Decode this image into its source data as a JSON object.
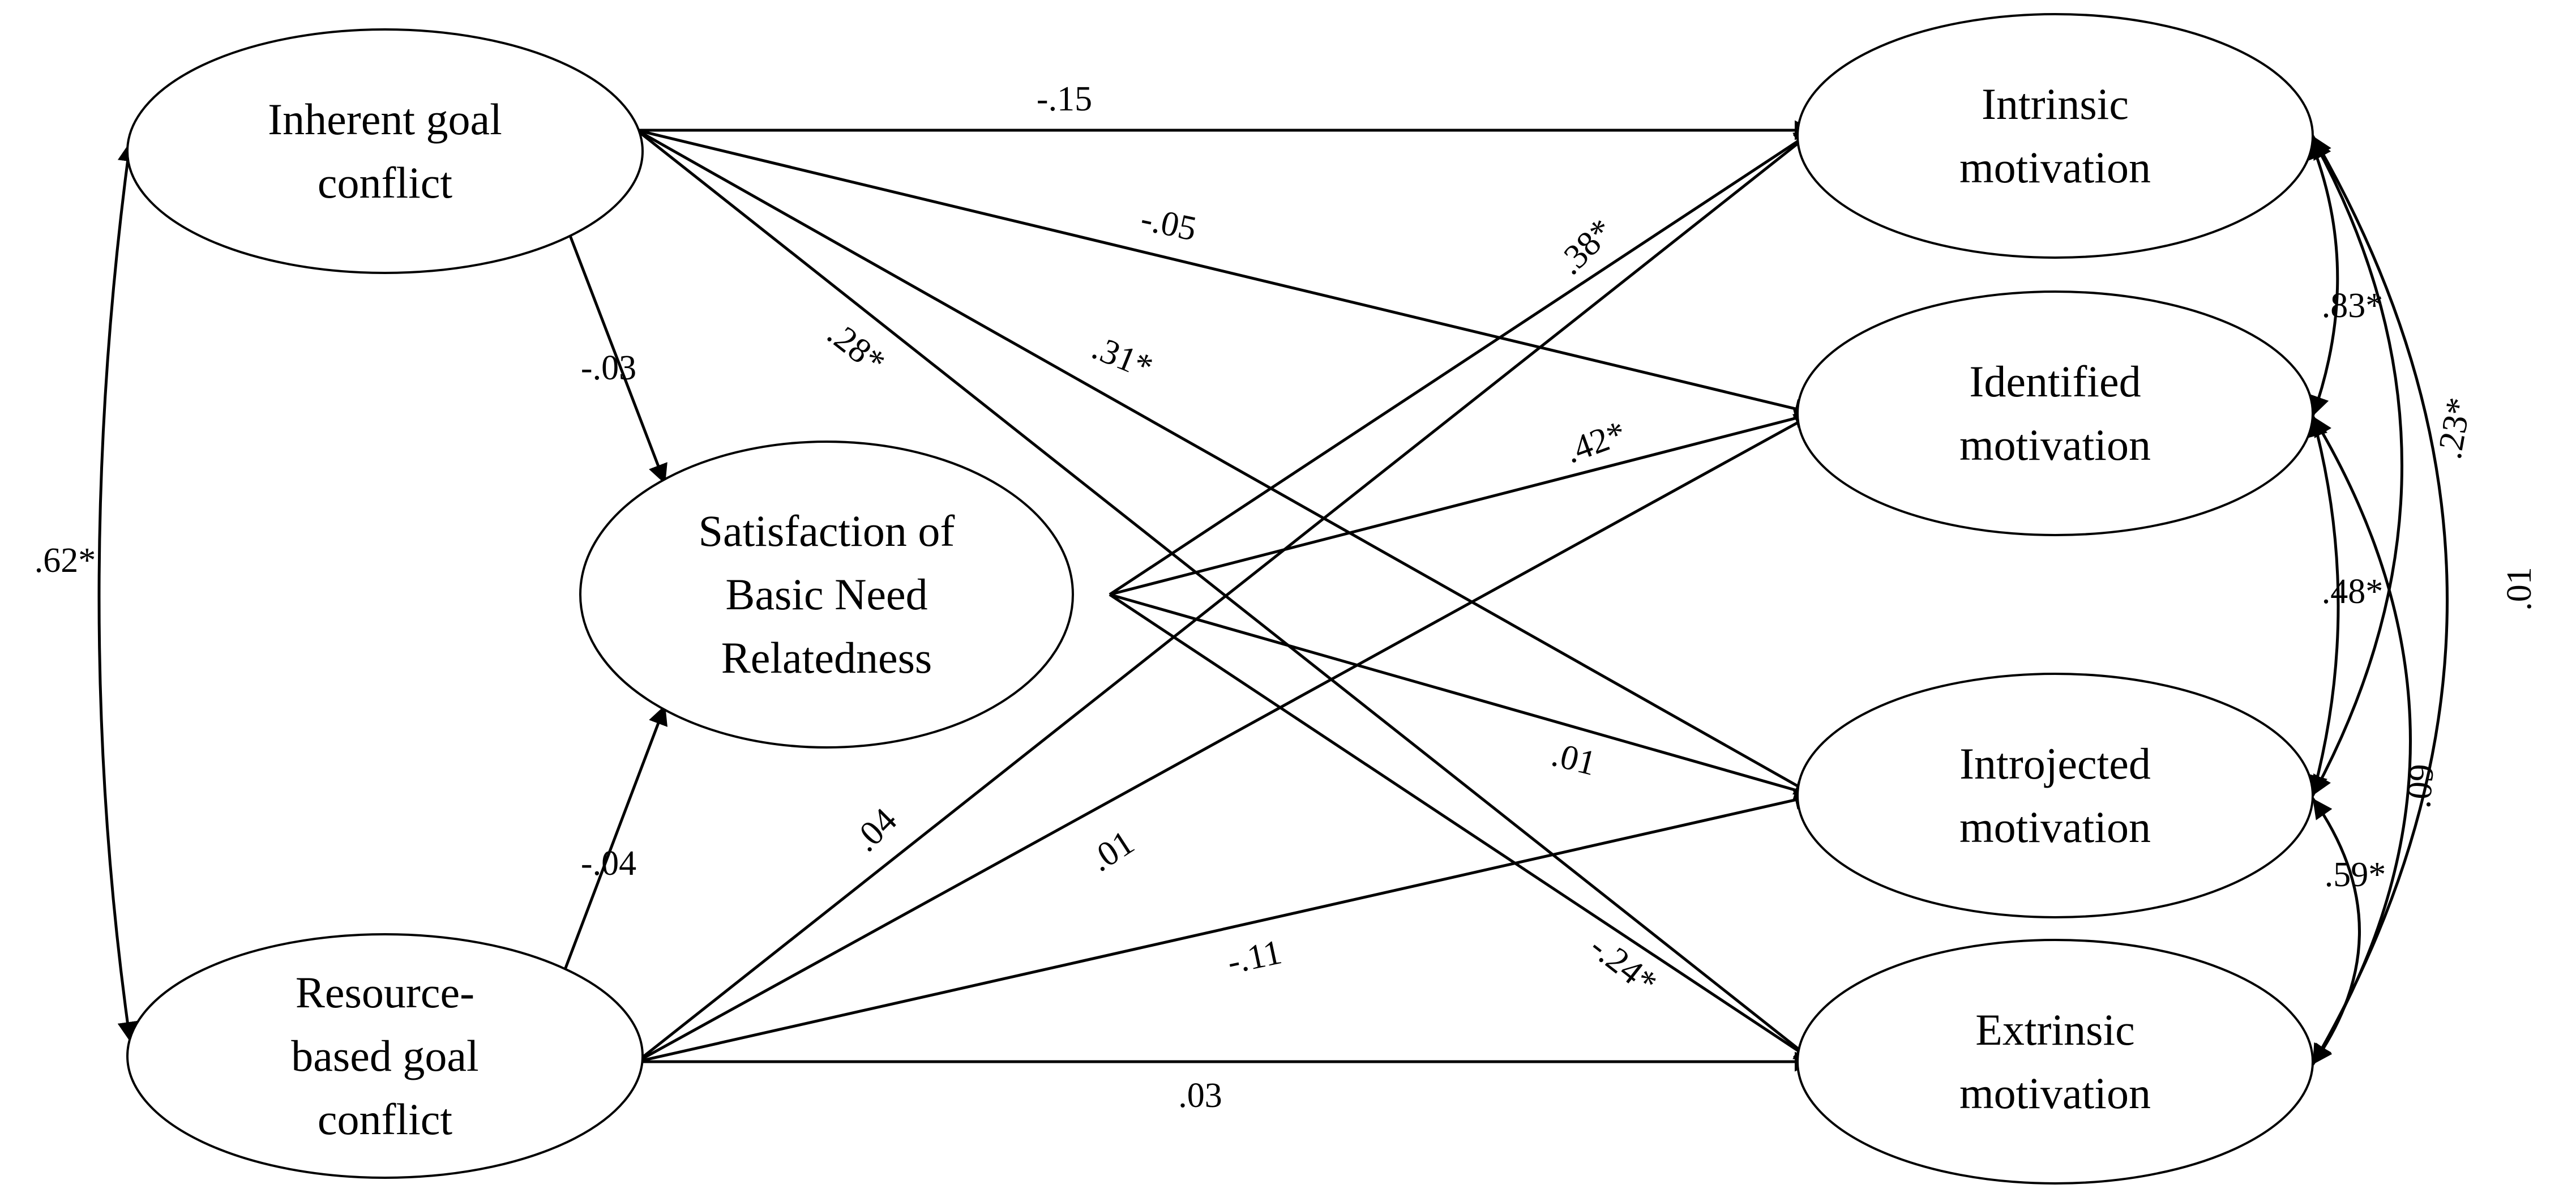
{
  "nodes": {
    "inherent": {
      "lines": [
        "Inherent goal",
        "conflict"
      ]
    },
    "resource": {
      "lines": [
        "Resource-",
        "based goal",
        "conflict"
      ]
    },
    "satisfaction": {
      "lines": [
        "Satisfaction of",
        "Basic Need",
        "Relatedness"
      ]
    },
    "intrinsic": {
      "lines": [
        "Intrinsic",
        "motivation"
      ]
    },
    "identified": {
      "lines": [
        "Identified",
        "motivation"
      ]
    },
    "introjected": {
      "lines": [
        "Introjected",
        "motivation"
      ]
    },
    "extrinsic": {
      "lines": [
        "Extrinsic",
        "motivation"
      ]
    }
  },
  "paths": {
    "inherent_intrinsic": "-.15",
    "inherent_identified": "-.05",
    "inherent_introjected": ".31*",
    "inherent_extrinsic": ".28*",
    "inherent_satisfaction": "-.03",
    "resource_satisfaction": "-.04",
    "resource_intrinsic": ".04",
    "resource_identified": ".01",
    "resource_introjected": "-.11",
    "resource_extrinsic": ".03",
    "satisfaction_intrinsic": ".38*",
    "satisfaction_identified": ".42*",
    "satisfaction_introjected": ".01",
    "satisfaction_extrinsic": "-.24*"
  },
  "correlations": {
    "inherent_resource": ".62*",
    "intrinsic_identified": ".83*",
    "intrinsic_introjected": ".23*",
    "intrinsic_extrinsic": ".01",
    "identified_introjected": ".48*",
    "identified_extrinsic": ".09",
    "introjected_extrinsic": ".59*"
  }
}
